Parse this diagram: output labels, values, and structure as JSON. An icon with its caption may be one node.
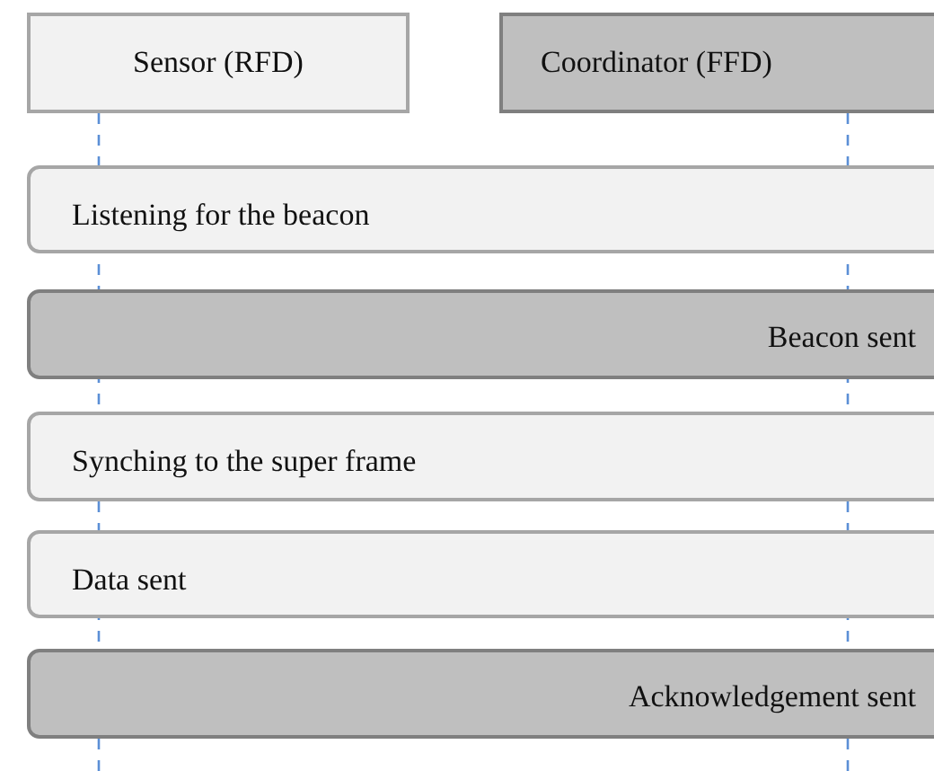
{
  "diagram": {
    "nodes": [
      {
        "text": [
          "Sensor (RFD)"
        ]
      },
      {
        "text": [
          "Coordinator (FFD)"
        ]
      },
      {
        "text": [
          "Listening for the beacon"
        ]
      },
      {
        "text": [
          "Beacon sent"
        ]
      },
      {
        "text": [
          "Synching to the super frame"
        ]
      },
      {
        "text": [
          "Data sent"
        ]
      },
      {
        "text": [
          "Acknowledgement sent"
        ]
      }
    ],
    "edges": []
  }
}
